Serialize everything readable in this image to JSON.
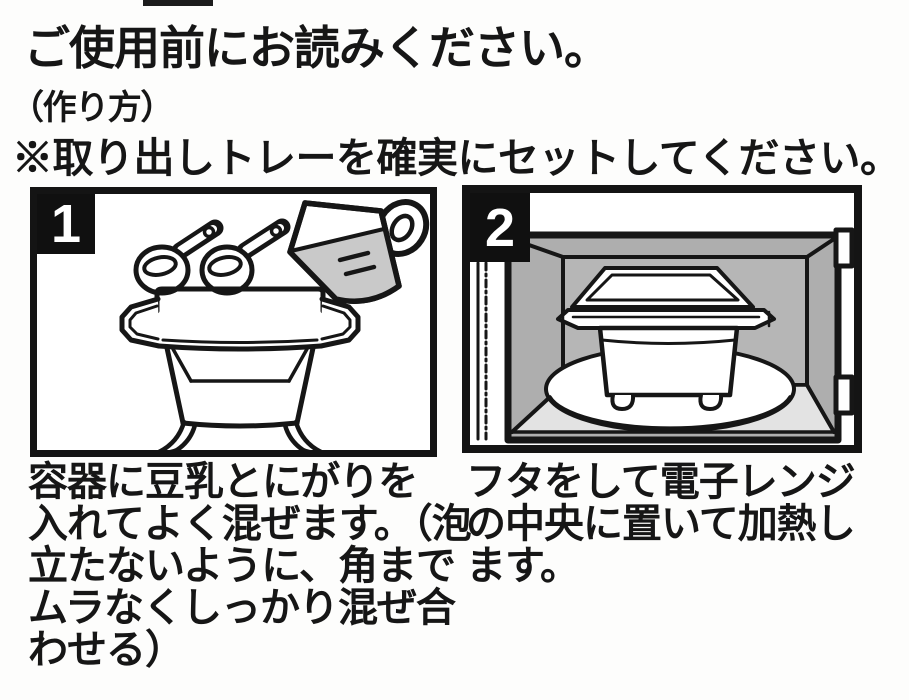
{
  "document": {
    "title": "ご使用前にお読みください。",
    "method_label": "（作り方）",
    "warning_note": "※取り出しトレーを確実にセットしてください。",
    "steps": [
      {
        "number": "1",
        "illustration": "measuring-spoons-and-cup-over-tofu-container",
        "caption_lines": [
          "容器に豆乳とにがりを",
          "入れてよく混ぜます。（泡",
          "立たないように、角まで",
          "ムラなくしっかり混ぜ合",
          "わせる）"
        ]
      },
      {
        "number": "2",
        "illustration": "lidded-tofu-container-inside-microwave",
        "caption_lines": [
          "フタをして電子レンジ",
          "の中央に置いて加熱し",
          "ます。"
        ]
      }
    ],
    "colors": {
      "ink": "#161616",
      "paper": "#fdfdfc",
      "cup_liquid_gray": "#c9c9c9",
      "microwave_wall_gray": "#aeaeae",
      "microwave_floor_gray": "#e3e3e3",
      "turntable_white": "#ffffff"
    }
  }
}
